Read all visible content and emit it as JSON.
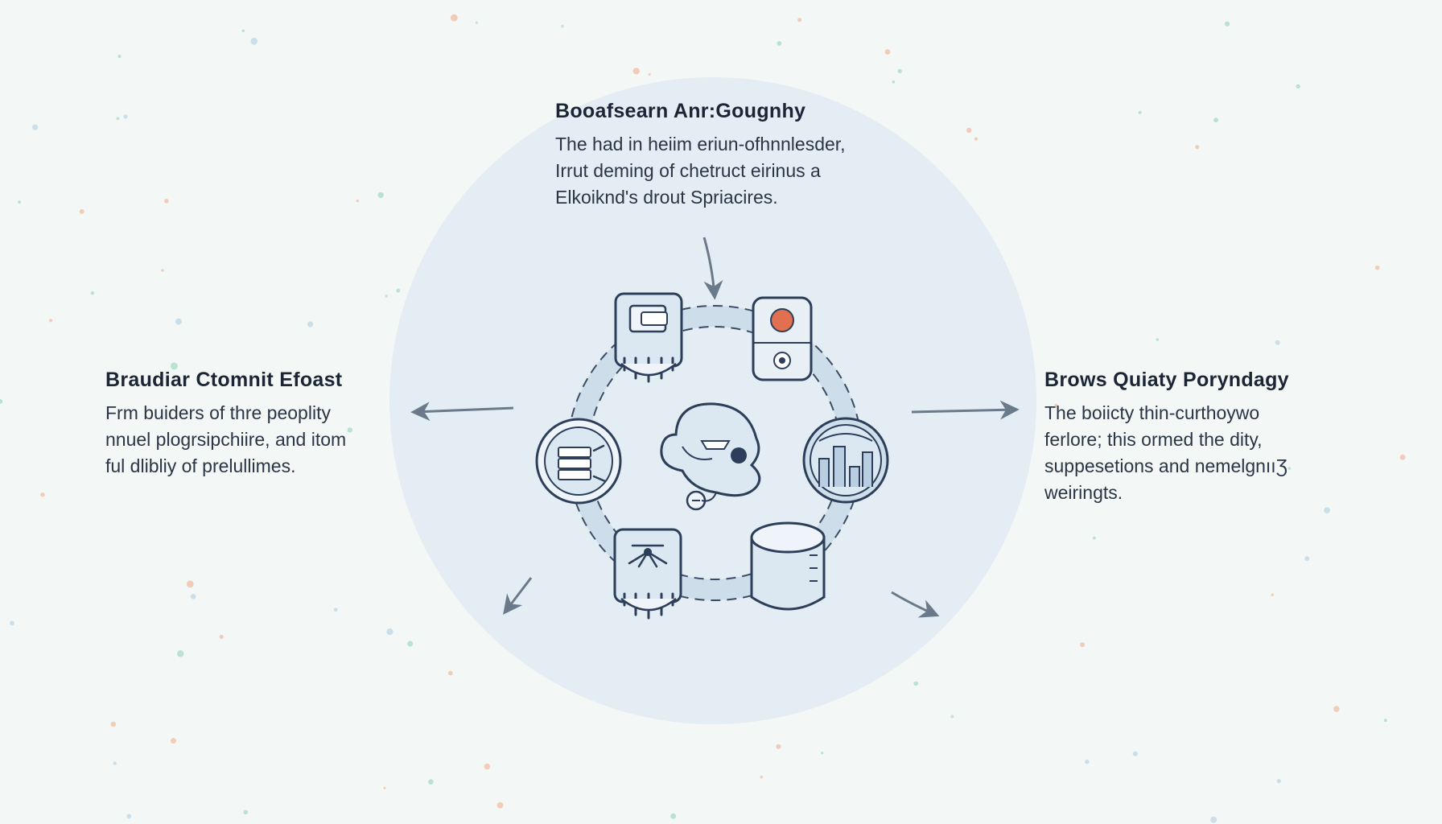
{
  "blocks": {
    "top": {
      "title": "Booаfsearn Anr:Gougnhy",
      "lines": [
        "The had in heiim eriun-ofhnnlesder,",
        "Irrut deming of chetruct eirinus a",
        "Elkoiknd's drout Spriacires."
      ]
    },
    "left": {
      "title": "Braudiar Ctomnit Efoast",
      "lines": [
        "Frm buiders of thre peoplity",
        "nnuel plogrsipchiire, and itom",
        "ful dlibliy of prelullimes."
      ]
    },
    "right": {
      "title": "Brows Quiaty Poryndagy",
      "lines": [
        "The boiicty thin-curthoywo",
        "ferlore; this ormed the dity,",
        "suppesetions and nemelgnııƷ",
        "weiringts."
      ]
    }
  },
  "icons": [
    "document-panel-icon",
    "server-cylinder-icon",
    "city-globe-icon",
    "storage-drum-icon",
    "network-node-icon",
    "layers-globe-icon",
    "central-brain-hub-icon"
  ],
  "colors": {
    "background": "#f3f8f6",
    "circle": "#e3edf3",
    "stroke": "#2c3e5a",
    "icon_fill": "#dbe7f1",
    "accent": "#e07050",
    "arrow": "#6b7a8a"
  }
}
